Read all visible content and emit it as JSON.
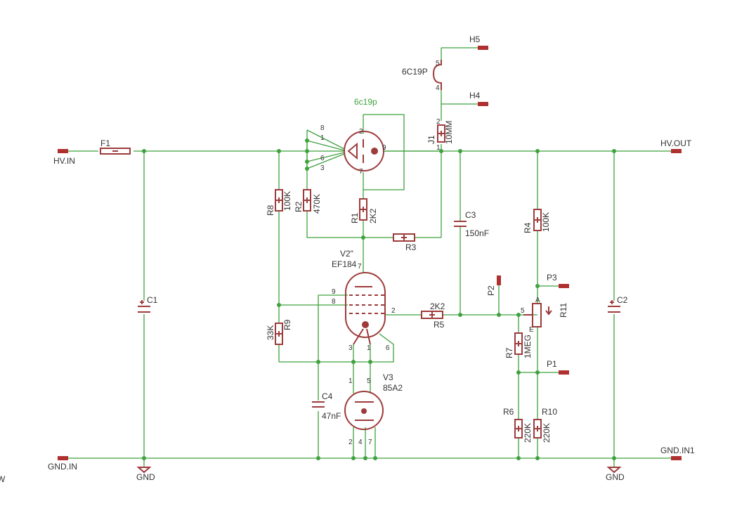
{
  "ports": {
    "hv_in": "HV.IN",
    "gnd_in": "GND.IN",
    "hv_out": "HV.OUT",
    "gnd_in1": "GND.IN1",
    "h5": "H5",
    "h4": "H4",
    "p1": "P1",
    "p2": "P2",
    "p3": "P3"
  },
  "grounds": {
    "gnd_left": "GND",
    "gnd_right": "GND"
  },
  "edge_fragment": "W",
  "components": {
    "f1": {
      "name": "F1"
    },
    "c1": {
      "name": "C1"
    },
    "c2": {
      "name": "C2"
    },
    "c3": {
      "name": "C3",
      "value": "150nF"
    },
    "c4": {
      "name": "C4",
      "value": "47nF"
    },
    "r1": {
      "name": "R1",
      "value": "2K2"
    },
    "r2": {
      "name": "R2",
      "value": "470K"
    },
    "r3": {
      "name": "R3"
    },
    "r4": {
      "name": "R4",
      "value": "100K"
    },
    "r5": {
      "name": "R5",
      "value": "2K2"
    },
    "r6": {
      "name": "R6",
      "value": "220K"
    },
    "r7": {
      "name": "R7",
      "value": "1MEG"
    },
    "r8": {
      "name": "R8",
      "value": "100K"
    },
    "r9": {
      "name": "R9",
      "value": "33K"
    },
    "r10": {
      "name": "R10",
      "value": "220K"
    },
    "r11": {
      "name": "R11"
    },
    "j1": {
      "name": "J1",
      "value": "10MM"
    },
    "tube_top": {
      "name": "6c19p"
    },
    "heater": {
      "value": "6C19P"
    },
    "v2": {
      "name": "V2\"",
      "value": "EF184"
    },
    "v3": {
      "name": "V3",
      "value": "85A2"
    }
  },
  "pins": {
    "t8": "8",
    "t1": "1",
    "t6": "6",
    "t3": "3",
    "t2": "2",
    "t9": "9",
    "t7": "7",
    "h5": "5",
    "h4": "4",
    "j2": "2",
    "j1": "1",
    "v2_7": "7",
    "v2_9": "9",
    "v2_8": "8",
    "v2_2": "2",
    "v2_3": "3",
    "v2_1": "1",
    "v2_6": "6",
    "v3_1": "1",
    "v3_5": "5",
    "v3_2": "2",
    "v3_4": "4",
    "v3_7": "7",
    "r11_5": "5",
    "r11_a": "A",
    "r11_e": "E"
  }
}
